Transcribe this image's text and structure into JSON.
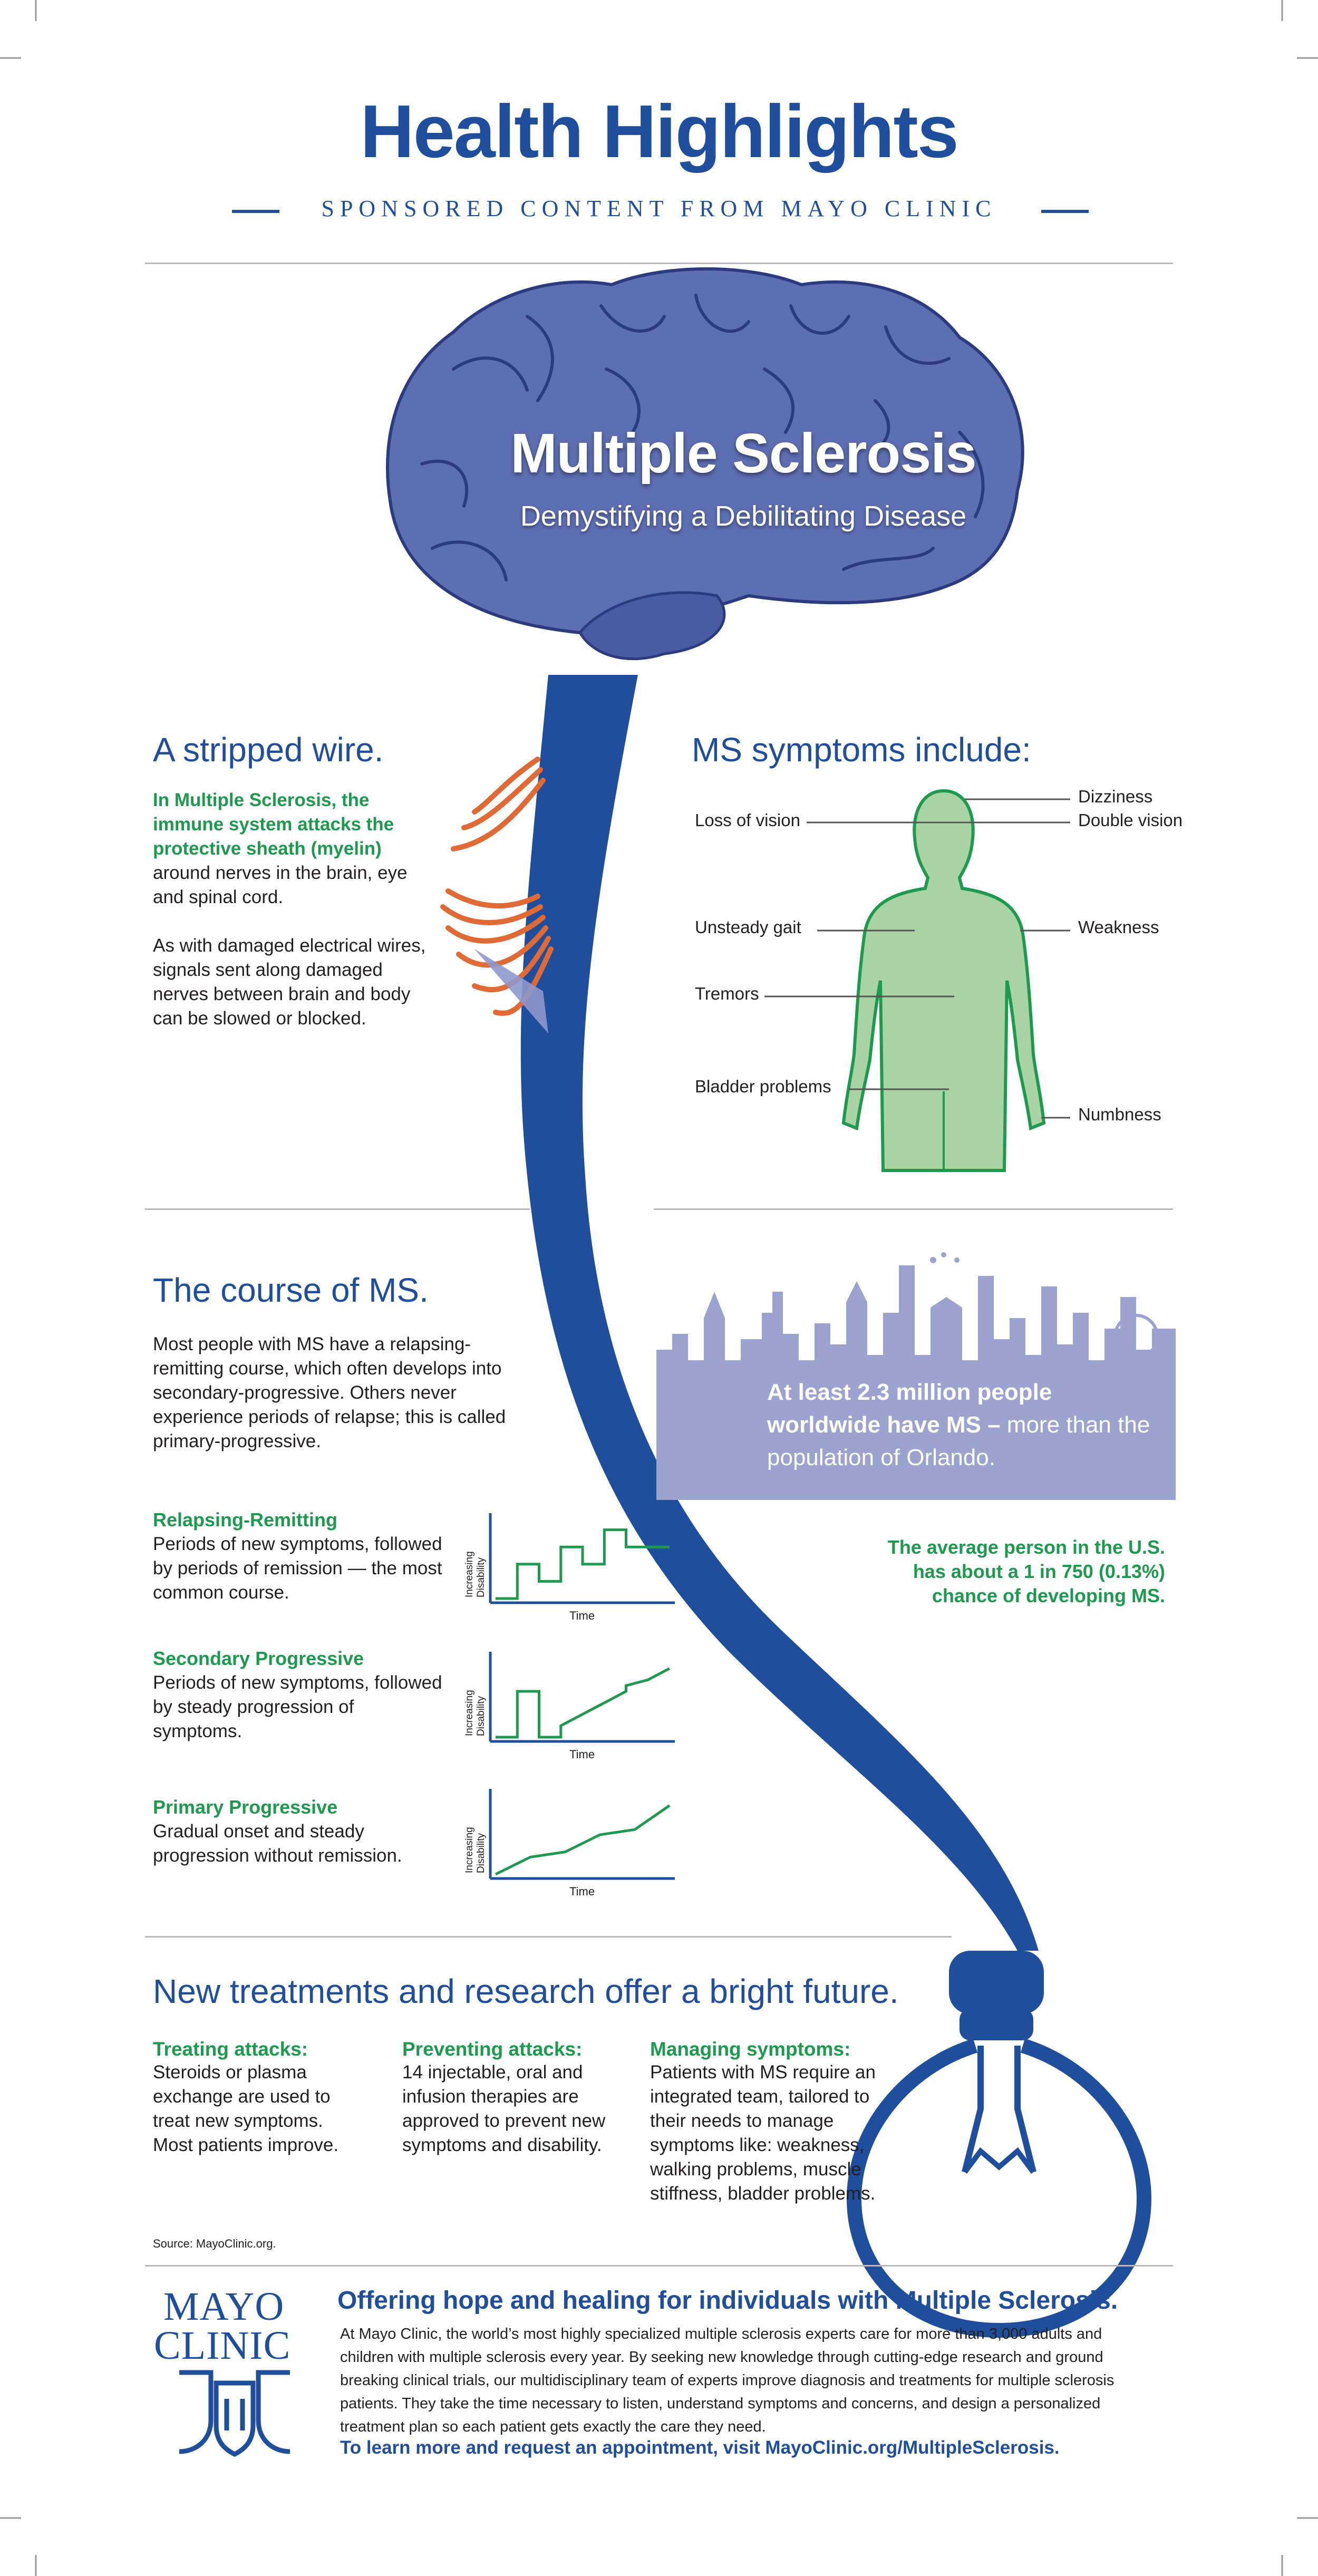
{
  "header": {
    "title": "Health Highlights",
    "sponsor": "SPONSORED CONTENT FROM MAYO CLINIC"
  },
  "hero": {
    "title": "Multiple Sclerosis",
    "subtitle": "Demystifying a Debilitating Disease"
  },
  "wire": {
    "heading": "A stripped wire.",
    "highlight": "In Multiple Sclerosis, the immune system attacks the protective sheath (myelin)",
    "text1": "around nerves in the brain, eye and spinal cord.",
    "text2": "As with damaged electrical wires, signals sent along damaged nerves between brain and body can be slowed or blocked."
  },
  "symptoms": {
    "heading": "MS symptoms include:",
    "items": [
      "Dizziness",
      "Double vision",
      "Loss of vision",
      "Unsteady gait",
      "Weakness",
      "Tremors",
      "Bladder problems",
      "Numbness"
    ]
  },
  "course": {
    "heading": "The course of MS.",
    "intro": "Most people with MS have a relapsing-remitting course, which often develops into secondary-progressive. Others never experience periods of relapse; this is called primary-progressive.",
    "types": [
      {
        "title": "Relapsing-Remitting",
        "text": "Periods of new symptoms, followed by periods of remission — the most common course."
      },
      {
        "title": "Secondary Progressive",
        "text": "Periods of new symptoms, followed by steady progression of symptoms."
      },
      {
        "title": "Primary Progressive",
        "text": "Gradual onset and steady progression without remission."
      }
    ],
    "chart_ylabel_1": "Increasing",
    "chart_ylabel_2": "Disability",
    "chart_xlabel": "Time"
  },
  "chart_data": [
    {
      "type": "line",
      "title": "",
      "xlabel": "Time",
      "ylabel": "Increasing Disability",
      "x": [
        0,
        1,
        1,
        2,
        2,
        3,
        3,
        4,
        4,
        5,
        5,
        6,
        6,
        7,
        7,
        8
      ],
      "values": [
        0,
        0,
        2,
        2,
        1,
        1,
        3,
        3,
        2,
        2,
        4,
        4,
        3,
        3,
        3,
        3
      ]
    },
    {
      "type": "line",
      "title": "",
      "xlabel": "Time",
      "ylabel": "Increasing Disability",
      "x": [
        0,
        1,
        1,
        2,
        2,
        3,
        3,
        4,
        5,
        6,
        6,
        7,
        8
      ],
      "values": [
        0,
        0,
        4,
        4,
        0,
        0,
        1,
        2,
        3,
        4,
        4.5,
        5,
        6
      ]
    },
    {
      "type": "line",
      "title": "",
      "xlabel": "Time",
      "ylabel": "Increasing Disability",
      "x": [
        0,
        1,
        2,
        3,
        4,
        5
      ],
      "values": [
        0,
        1,
        1.3,
        2.3,
        2.6,
        4
      ]
    }
  ],
  "stats": {
    "stat_bold": "At least 2.3 million people worldwide have MS –",
    "stat_rest": "more than the population of Orlando.",
    "average": "The average person in the U.S. has about a 1 in 750 (0.13%) chance of developing MS."
  },
  "future": {
    "heading": "New treatments and research offer a bright future.",
    "columns": [
      {
        "title": "Treating attacks:",
        "text": "Steroids or plasma exchange are used to treat new symptoms. Most patients improve."
      },
      {
        "title": "Preventing attacks:",
        "text": "14 injectable, oral and infusion therapies are approved to prevent new symptoms and disability."
      },
      {
        "title": "Managing symptoms:",
        "text": "Patients with MS require an integrated team, tailored to their needs to manage symptoms like: weakness, walking problems, muscle stiffness, bladder problems."
      }
    ],
    "source": "Source: MayoClinic.org."
  },
  "footer": {
    "logo_line1": "MAYO",
    "logo_line2": "CLINIC",
    "heading": "Offering hope and healing for individuals with Multiple Sclerosis.",
    "text": "At Mayo Clinic, the world’s most highly specialized multiple sclerosis experts care for more than 3,000 adults and children with multiple sclerosis every year. By seeking new knowledge through cutting-edge research and ground breaking clinical trials, our multidisciplinary team of experts improve diagnosis and treatments for multiple sclerosis patients. They take the time necessary to listen, understand symptoms and concerns, and design a personalized treatment plan so each patient gets exactly the care they need.",
    "cta": "To learn more and request an appointment, visit MayoClinic.org/MultipleSclerosis."
  },
  "colors": {
    "brand_blue": "#1f4e9c",
    "brain_blue": "#5d6fb3",
    "green": "#1e9a4f",
    "body_green": "#a8d3a2",
    "skyline": "#9ca3cf",
    "nerve_orange": "#e06a35"
  }
}
